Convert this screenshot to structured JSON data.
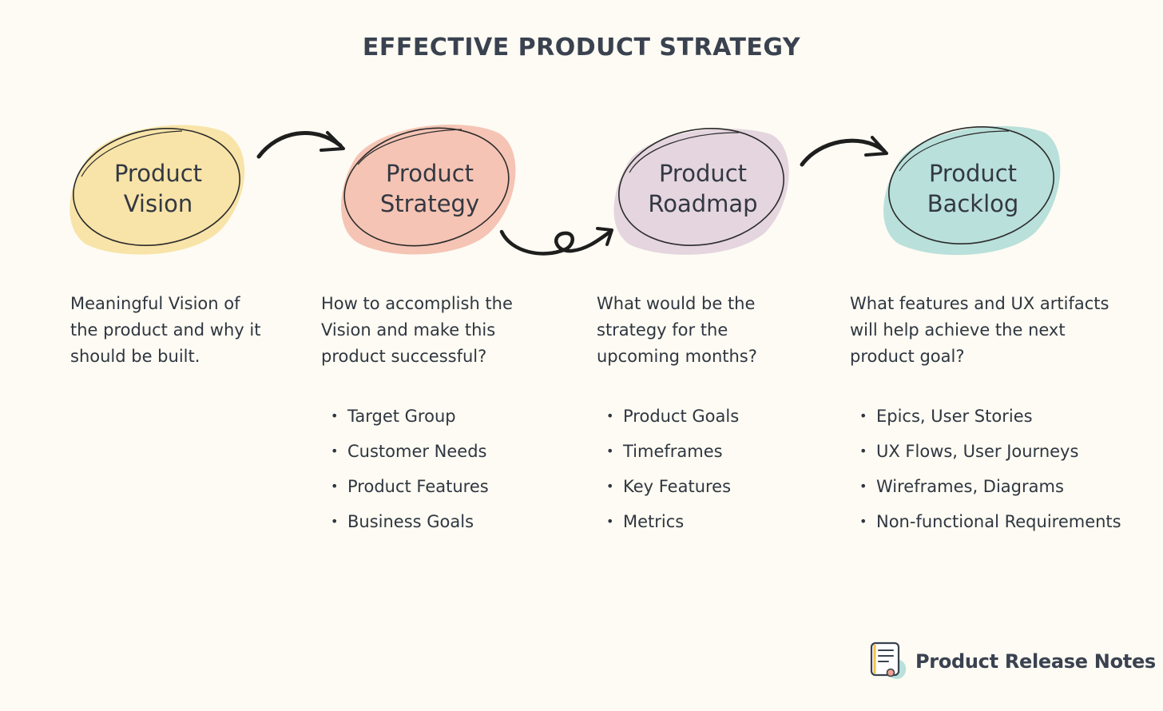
{
  "title": "EFFECTIVE PRODUCT STRATEGY",
  "stages": [
    {
      "label": "Product\nVision",
      "color": "#f8e4a8",
      "description": "Meaningful Vision of the product and why it should be built.",
      "bullets": []
    },
    {
      "label": "Product\nStrategy",
      "color": "#f5c4b4",
      "description": "How to accomplish the Vision and make this product successful?",
      "bullets": [
        "Target Group",
        "Customer Needs",
        "Product Features",
        "Business Goals"
      ]
    },
    {
      "label": "Product\nRoadmap",
      "color": "#e4d5df",
      "description": "What would be the strategy for the upcoming months?",
      "bullets": [
        "Product Goals",
        "Timeframes",
        "Key Features",
        "Metrics"
      ]
    },
    {
      "label": "Product\nBacklog",
      "color": "#b9e0da",
      "description": "What features and UX artifacts will help achieve the next product goal?",
      "bullets": [
        "Epics, User Stories",
        "UX Flows, User Journeys",
        "Wireframes, Diagrams",
        "Non-functional Requirements"
      ]
    }
  ],
  "brand": {
    "name": "Product Release Notes",
    "logo_icon": "notes-document-icon"
  }
}
